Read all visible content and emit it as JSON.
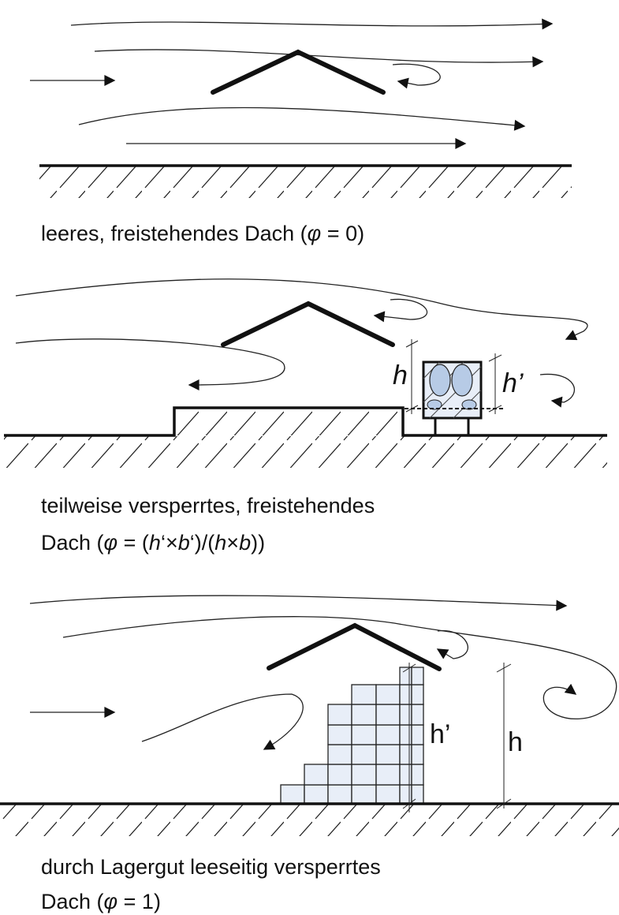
{
  "panels": [
    {
      "caption_lines": [
        "leeres, freistehendes Dach (",
        "φ",
        " = 0)"
      ]
    },
    {
      "caption_line1": "teilweise versperrtes, freistehendes",
      "caption_line2": [
        "Dach (",
        "φ",
        " = (",
        "h",
        "‘×",
        "b",
        "‘)/(",
        "h",
        "×",
        "b",
        "))"
      ],
      "label_h": "h",
      "label_h_prime": "h’"
    },
    {
      "caption_line1": "durch Lagergut leeseitig versperrtes",
      "caption_line2": [
        "Dach (",
        "φ",
        " = 1)"
      ],
      "label_h": "h",
      "label_h_prime": "h’"
    }
  ]
}
